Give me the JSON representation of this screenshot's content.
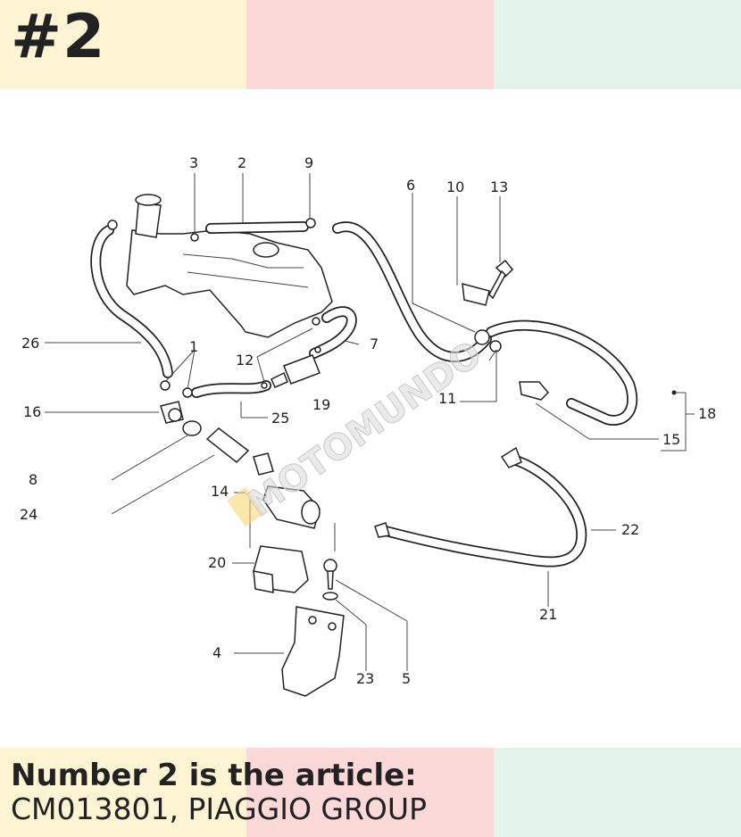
{
  "badge": "#2",
  "footer": {
    "line1": "Number 2 is the article:",
    "line2": "CM013801, PIAGGIO GROUP"
  },
  "watermark": "MOTOMUNDO",
  "colors": {
    "band_left": "#fdf4d4",
    "band_middle": "#fbd9d9",
    "band_right": "#e3f3ec",
    "text": "#222222"
  },
  "callouts": [
    "1",
    "2",
    "3",
    "4",
    "5",
    "6",
    "7",
    "8",
    "9",
    "10",
    "11",
    "12",
    "13",
    "14",
    "15",
    "16",
    "18",
    "19",
    "20",
    "21",
    "22",
    "23",
    "24",
    "25",
    "26"
  ]
}
